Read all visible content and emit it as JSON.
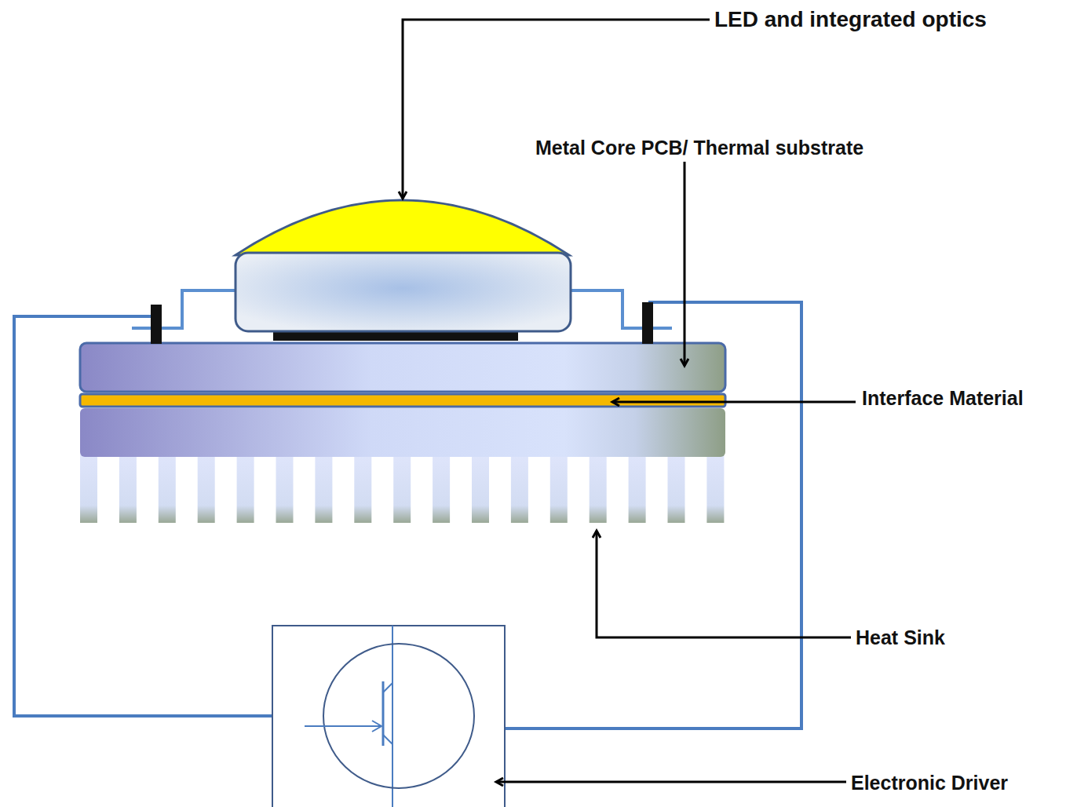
{
  "diagram": {
    "labels": [
      "LED and integrated optics",
      "Metal Core PCB/ Thermal substrate",
      "Interface Material",
      "Heat Sink",
      "Electronic Driver"
    ]
  }
}
